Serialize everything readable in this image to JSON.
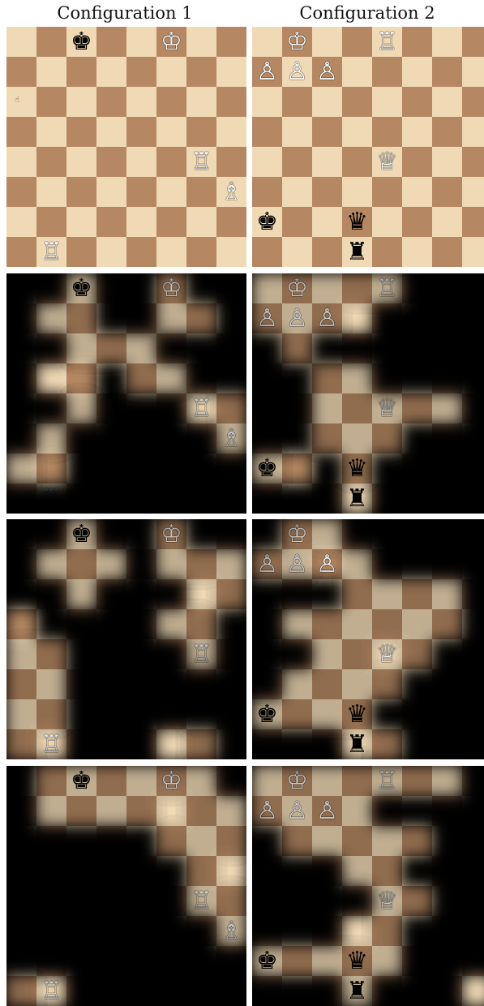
{
  "titles": [
    "Configuration 1",
    "Configuration 2"
  ],
  "configurations": [
    {
      "name": "Configuration 1",
      "pieces": [
        {
          "piece": "king",
          "color": "black",
          "glyph": "♚",
          "square": "c8"
        },
        {
          "piece": "king",
          "color": "white",
          "glyph": "♔",
          "square": "f8"
        },
        {
          "piece": "rook",
          "color": "white",
          "glyph": "♖",
          "square": "g4"
        },
        {
          "piece": "bishop",
          "color": "white",
          "glyph": "♗",
          "square": "h3"
        },
        {
          "piece": "rook",
          "color": "white",
          "glyph": "♖",
          "square": "b1"
        }
      ]
    },
    {
      "name": "Configuration 2",
      "pieces": [
        {
          "piece": "king",
          "color": "white",
          "glyph": "♔",
          "square": "b8"
        },
        {
          "piece": "rook",
          "color": "white",
          "glyph": "♖",
          "square": "e8"
        },
        {
          "piece": "pawn",
          "color": "white",
          "glyph": "♙",
          "square": "a7"
        },
        {
          "piece": "pawn",
          "color": "white",
          "glyph": "♙",
          "square": "b7"
        },
        {
          "piece": "pawn",
          "color": "white",
          "glyph": "♙",
          "square": "c7"
        },
        {
          "piece": "queen",
          "color": "white",
          "glyph": "♕",
          "square": "e4"
        },
        {
          "piece": "king",
          "color": "black",
          "glyph": "♚",
          "square": "a2"
        },
        {
          "piece": "queen",
          "color": "black",
          "glyph": "♛",
          "square": "d2"
        },
        {
          "piece": "rook",
          "color": "black",
          "glyph": "♜",
          "square": "d1"
        }
      ]
    }
  ],
  "board_colors": {
    "light": "#f0d9b5",
    "dark": "#b58863",
    "mask": "#000000"
  },
  "icons": {
    "cursor": "hand-cursor-icon"
  },
  "saliency_rows": [
    {
      "row": 1,
      "boards": [
        {
          "config": 1,
          "visible_squares": [
            "c8",
            "f8",
            "b7",
            "c7",
            "f7",
            "g7",
            "c6",
            "d6",
            "e6",
            "b5",
            "c5",
            "e5",
            "f5",
            "c4",
            "g4",
            "h4",
            "b3",
            "h3",
            "a2",
            "b2"
          ],
          "bright_squares": [
            "b2",
            "b5",
            "g4",
            "c5"
          ]
        },
        {
          "config": 2,
          "visible_squares": [
            "a8",
            "b8",
            "c8",
            "d8",
            "e8",
            "a7",
            "b7",
            "c7",
            "d7",
            "b6",
            "c5",
            "d5",
            "c4",
            "d4",
            "e4",
            "f4",
            "g4",
            "c3",
            "d3",
            "e3",
            "a2",
            "b2",
            "d2",
            "d1"
          ],
          "bright_squares": [
            "b2",
            "d7",
            "d1"
          ]
        }
      ]
    },
    {
      "row": 2,
      "boards": [
        {
          "config": 1,
          "visible_squares": [
            "c8",
            "f8",
            "b7",
            "c7",
            "d7",
            "f7",
            "g7",
            "h7",
            "c6",
            "g6",
            "h6",
            "a5",
            "f5",
            "g5",
            "a4",
            "b4",
            "g4",
            "a3",
            "b3",
            "a2",
            "b2",
            "a1",
            "b1",
            "f1",
            "g1"
          ],
          "bright_squares": [
            "b1",
            "f1",
            "g6",
            "a5"
          ]
        },
        {
          "config": 2,
          "visible_squares": [
            "b8",
            "c8",
            "a7",
            "b7",
            "c7",
            "d7",
            "d6",
            "e6",
            "f6",
            "g6",
            "b5",
            "c5",
            "d5",
            "e5",
            "f5",
            "g5",
            "c4",
            "d4",
            "e4",
            "f4",
            "b3",
            "c3",
            "d3",
            "e3",
            "a2",
            "b2",
            "c2",
            "d2",
            "d1",
            "e1"
          ],
          "bright_squares": [
            "c7",
            "d1",
            "e4"
          ]
        }
      ]
    },
    {
      "row": 3,
      "boards": [
        {
          "config": 1,
          "visible_squares": [
            "b8",
            "c8",
            "d8",
            "e8",
            "f8",
            "g8",
            "b7",
            "c7",
            "d7",
            "e7",
            "f7",
            "g7",
            "h7",
            "f6",
            "g6",
            "h6",
            "g5",
            "h5",
            "g4",
            "h4",
            "h3",
            "a1",
            "b1"
          ],
          "bright_squares": [
            "f7",
            "h5",
            "b1"
          ]
        },
        {
          "config": 2,
          "visible_squares": [
            "a8",
            "b8",
            "c8",
            "d8",
            "e8",
            "f8",
            "g8",
            "a7",
            "b7",
            "c7",
            "d7",
            "b6",
            "c6",
            "d6",
            "e6",
            "f6",
            "d5",
            "e5",
            "e4",
            "f4",
            "d3",
            "e3",
            "a2",
            "b2",
            "c2",
            "d2",
            "e2",
            "d1",
            "h1"
          ],
          "bright_squares": [
            "d3",
            "h1"
          ]
        }
      ]
    }
  ]
}
